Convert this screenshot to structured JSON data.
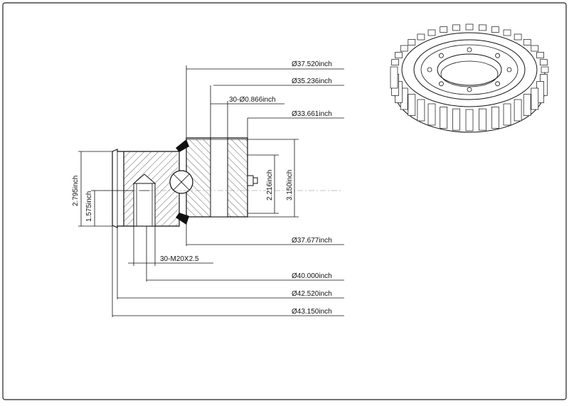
{
  "drawing": {
    "title": "Slewing bearing with external gear - sectional drawing",
    "dims_right": [
      {
        "id": "od-37520",
        "label": "Ø37.520inch"
      },
      {
        "id": "od-35236",
        "label": "Ø35.236inch"
      },
      {
        "id": "holes-top",
        "label": "30-Ø0.866inch"
      },
      {
        "id": "od-33661",
        "label": "Ø33.661inch"
      },
      {
        "id": "od-37677",
        "label": "Ø37.677inch"
      },
      {
        "id": "thread-note",
        "label": "30-M20X2.5"
      },
      {
        "id": "od-40000",
        "label": "Ø40.000inch"
      },
      {
        "id": "od-42520",
        "label": "Ø42.520inch"
      },
      {
        "id": "od-43150",
        "label": "Ø43.150inch"
      }
    ],
    "dims_vertical": [
      {
        "id": "h-2795",
        "label": "2.795inch"
      },
      {
        "id": "h-1575",
        "label": "1.575inch"
      },
      {
        "id": "h-2216",
        "label": "2.216inch"
      },
      {
        "id": "h-3150",
        "label": "3.150inch"
      }
    ],
    "colors": {
      "line": "#111111",
      "frame": "#222222",
      "background": "#ffffff"
    }
  }
}
